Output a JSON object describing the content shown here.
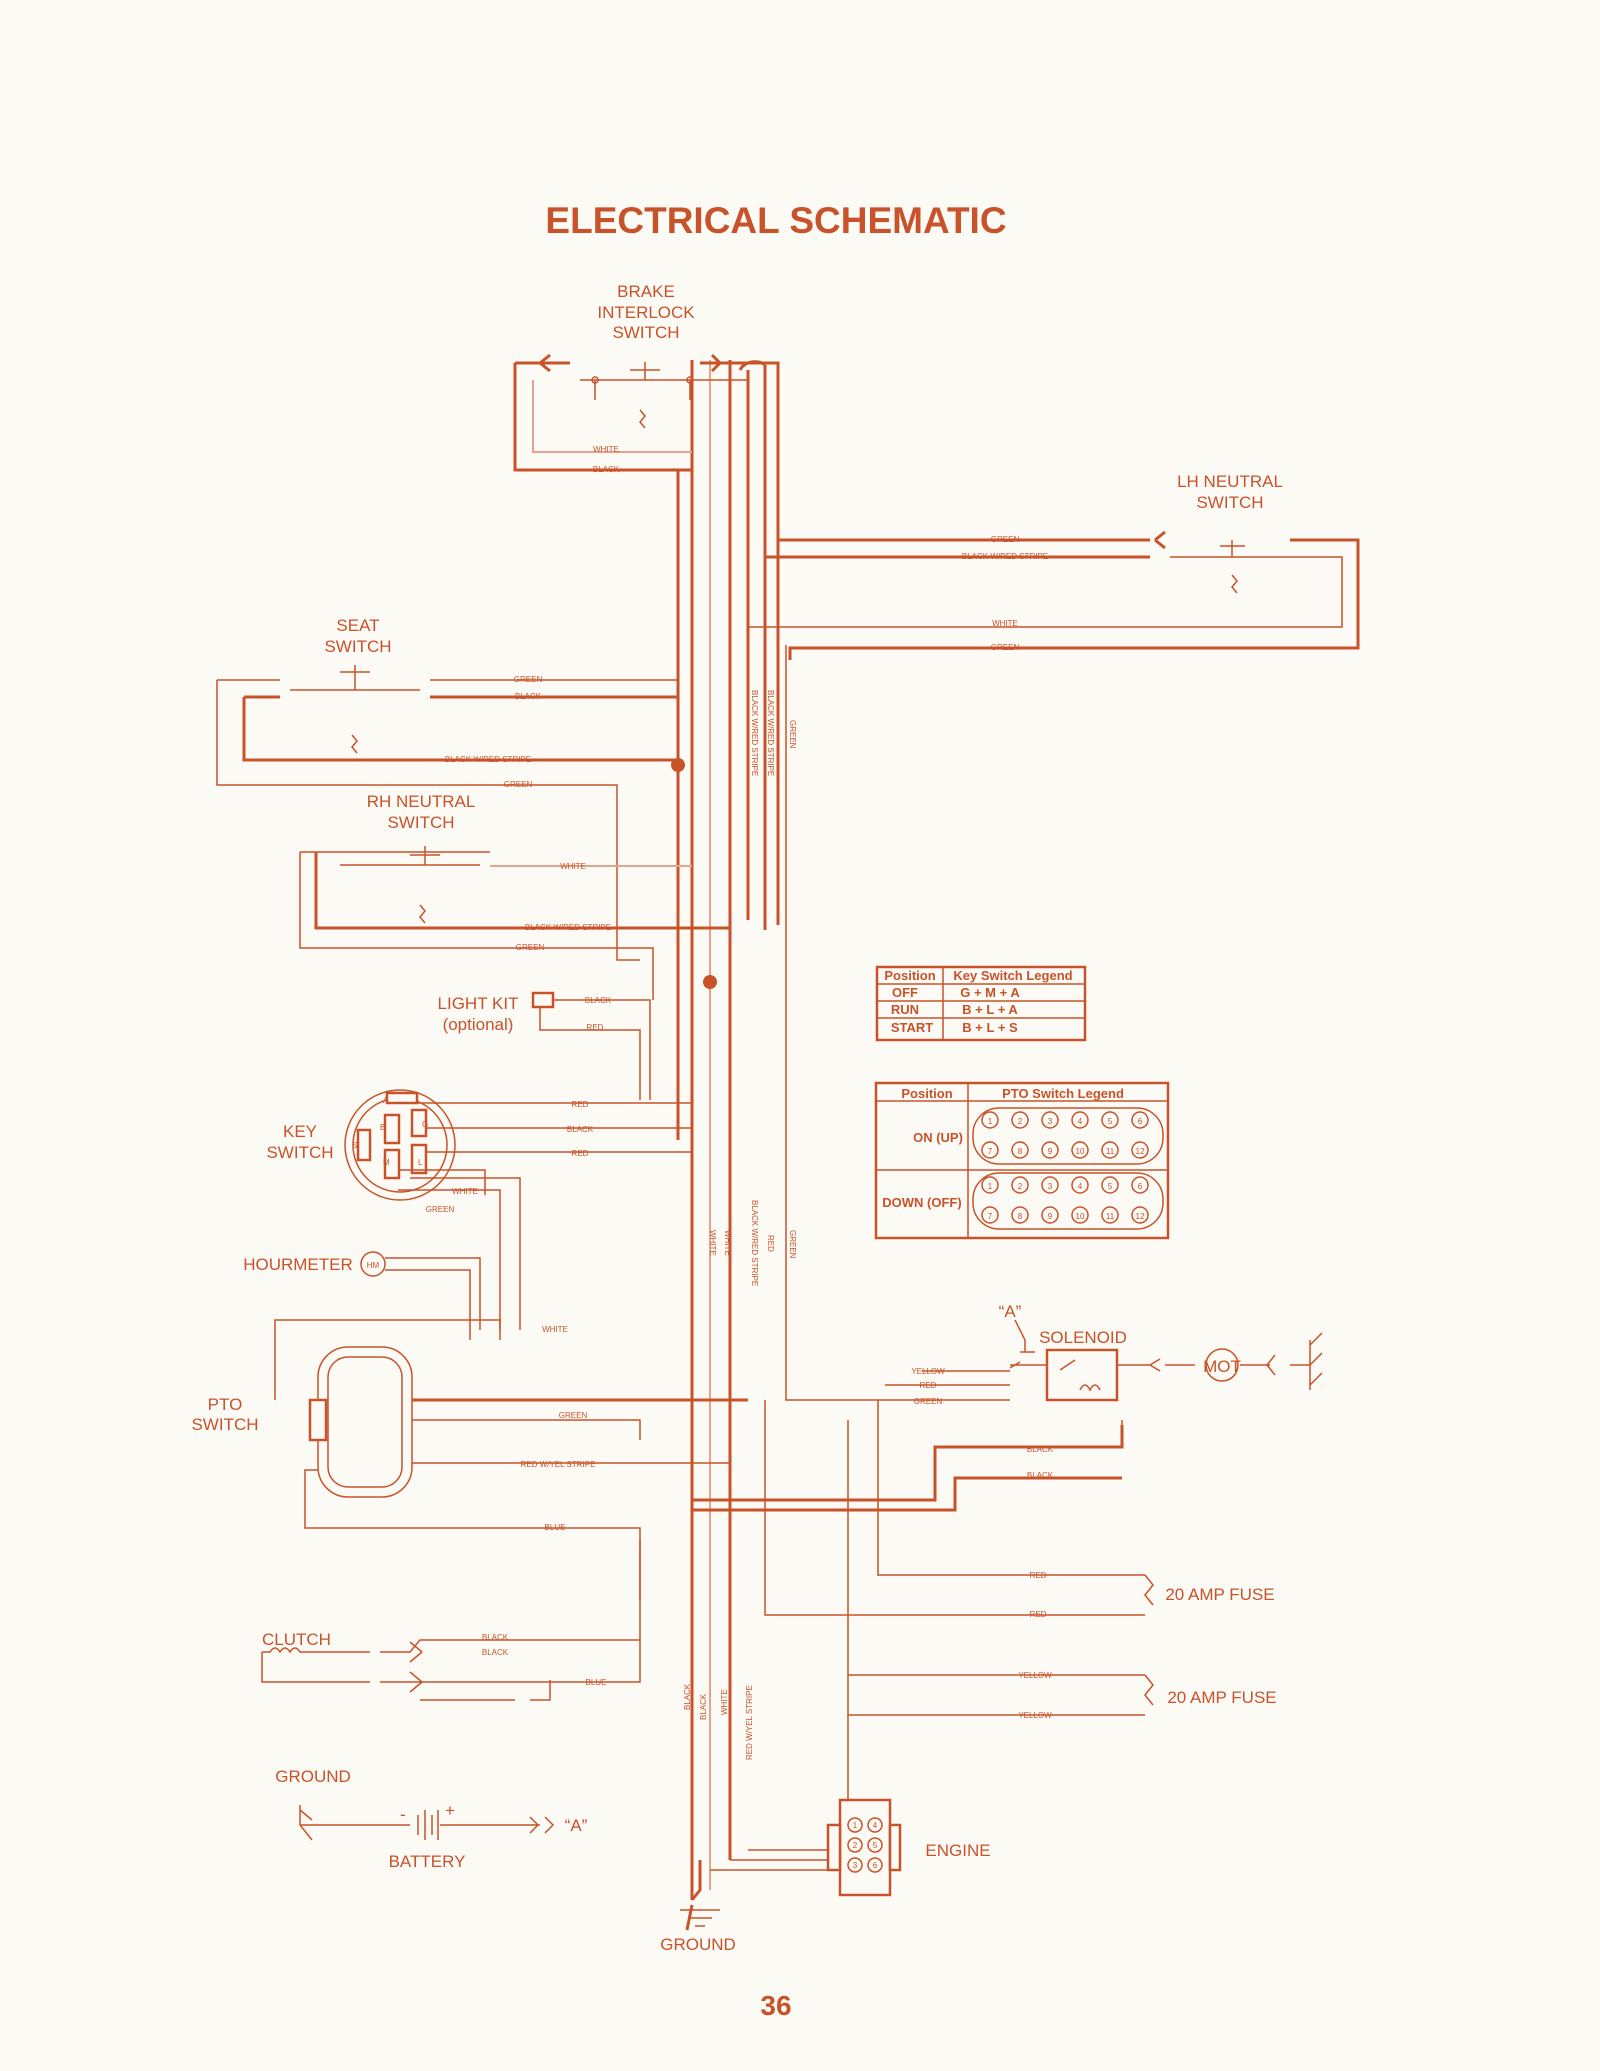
{
  "title": "ELECTRICAL SCHEMATIC",
  "page_number": "36",
  "components": {
    "brake_interlock": [
      "BRAKE",
      "INTERLOCK",
      "SWITCH"
    ],
    "lh_neutral": [
      "LH NEUTRAL",
      "SWITCH"
    ],
    "seat": [
      "SEAT",
      "SWITCH"
    ],
    "rh_neutral": [
      "RH NEUTRAL",
      "SWITCH"
    ],
    "light_kit": [
      "LIGHT KIT",
      "(optional)"
    ],
    "key_switch": [
      "KEY",
      "SWITCH"
    ],
    "key_terminals": [
      "A",
      "B",
      "G",
      "S",
      "M",
      "L"
    ],
    "hourmeter": "HOURMETER",
    "hm": "HM",
    "pto_switch": [
      "PTO",
      "SWITCH"
    ],
    "clutch": "CLUTCH",
    "ground_top": "GROUND",
    "battery": "BATTERY",
    "battery_minus": "-",
    "battery_plus": "+",
    "ref_a": "“A”",
    "ground_bottom": "GROUND",
    "solenoid": "SOLENOID",
    "mot": "MOT",
    "fuse1": "20 AMP FUSE",
    "fuse2": "20 AMP FUSE",
    "engine": "ENGINE"
  },
  "wire_labels": {
    "white": "WHITE",
    "black": "BLACK",
    "green": "GREEN",
    "red": "RED",
    "blue": "BLUE",
    "yellow": "YELLOW",
    "bws": "BLACK W/RED STRIPE",
    "ryel": "RED W/YEL STRIPE"
  },
  "key_legend": {
    "headers": [
      "Position",
      "Key Switch Legend"
    ],
    "rows": [
      [
        "OFF",
        "G + M + A"
      ],
      [
        "RUN",
        "B + L + A"
      ],
      [
        "START",
        "B + L + S"
      ]
    ]
  },
  "pto_legend": {
    "headers": [
      "Position",
      "PTO Switch Legend"
    ],
    "rows": [
      "ON (UP)",
      "DOWN (OFF)"
    ],
    "pins": [
      "1",
      "2",
      "3",
      "4",
      "5",
      "6",
      "7",
      "8",
      "9",
      "10",
      "11",
      "12"
    ]
  },
  "engine_pins": [
    "1",
    "4",
    "2",
    "5",
    "3",
    "6"
  ]
}
